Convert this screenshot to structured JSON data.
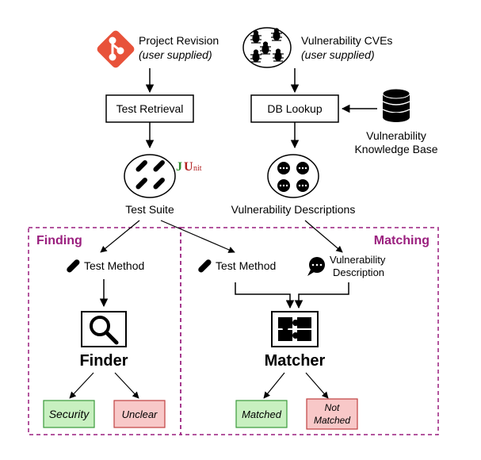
{
  "inputs": {
    "project": {
      "title": "Project Revision",
      "subtitle": "(user supplied)"
    },
    "cves": {
      "title": "Vulnerability CVEs",
      "subtitle": "(user supplied)"
    }
  },
  "steps": {
    "test_retrieval": "Test Retrieval",
    "db_lookup": "DB Lookup",
    "kb_line1": "Vulnerability",
    "kb_line2": "Knowledge Base",
    "test_suite": "Test Suite",
    "vuln_descriptions": "Vulnerability Descriptions",
    "junit_j": "J",
    "junit_u": "U",
    "junit_nit": "nit"
  },
  "finding": {
    "section_title": "Finding",
    "test_method": "Test Method",
    "finder": "Finder",
    "security": "Security",
    "unclear": "Unclear"
  },
  "matching": {
    "section_title": "Matching",
    "test_method": "Test Method",
    "vuln_desc_line1": "Vulnerability",
    "vuln_desc_line2": "Description",
    "matcher": "Matcher",
    "matched": "Matched",
    "not_matched_line1": "Not",
    "not_matched_line2": "Matched"
  },
  "colors": {
    "section_border": "#9a1f7e",
    "section_title": "#9a1f7e",
    "git_logo": "#e8523a",
    "junit_green": "#2e8b2e",
    "junit_red": "#b22222",
    "positive_fill": "#c8f0c0",
    "positive_border": "#3a9a3a",
    "negative_fill": "#f8c8c8",
    "negative_border": "#c04040"
  },
  "icons": [
    "git-logo-icon",
    "bugs-icon",
    "database-icon",
    "test-tubes-icon",
    "chat-bubbles-icon",
    "test-tube-icon",
    "chat-bubble-icon",
    "magnifier-icon",
    "puzzle-icon"
  ]
}
